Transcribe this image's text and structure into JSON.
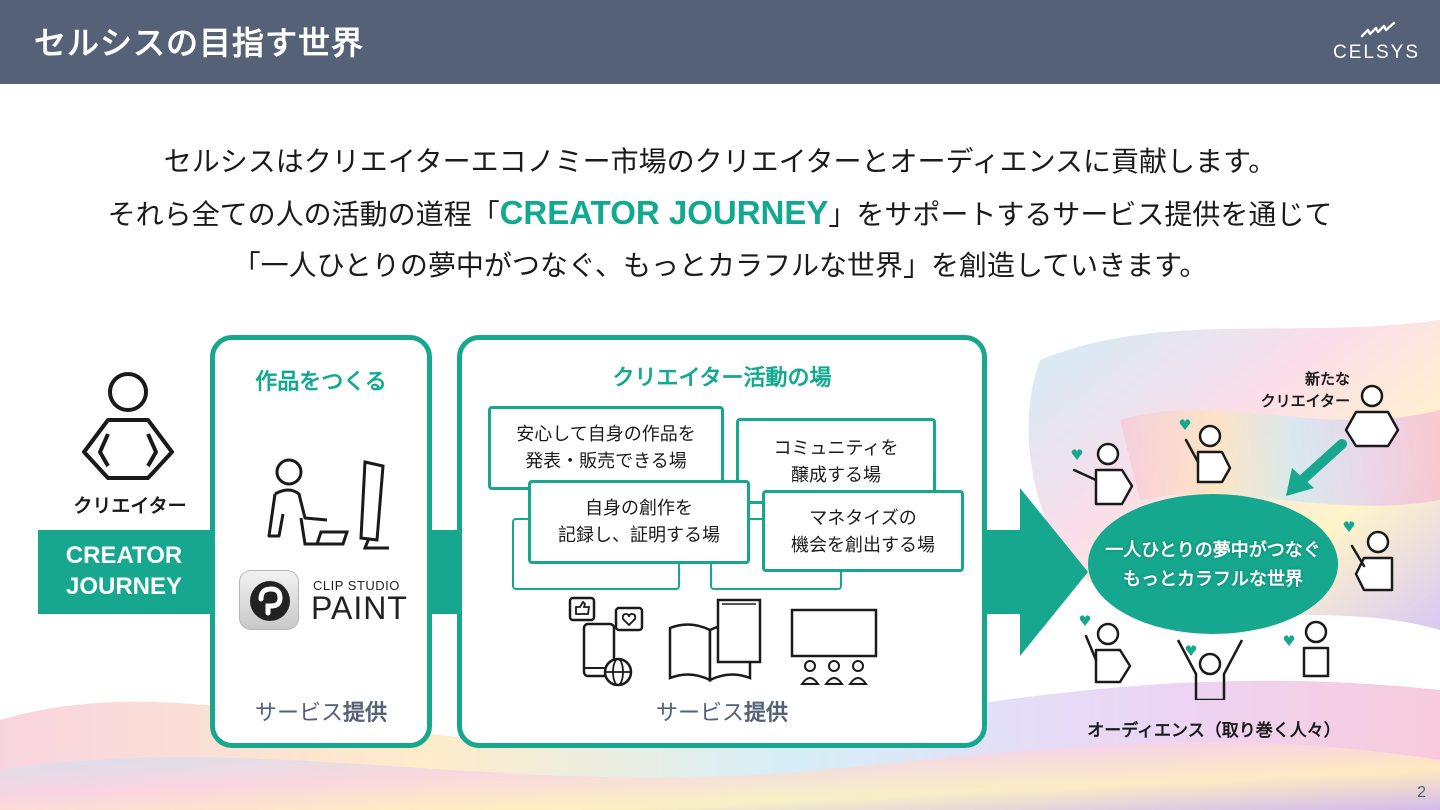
{
  "header": {
    "title": "セルシスの目指す世界",
    "logo_text": "CELSYS"
  },
  "intro": {
    "line1": "セルシスはクリエイターエコノミー市場のクリエイターとオーディエンスに貢献します。",
    "line2_before": "それら全ての人の活動の道程「",
    "line2_highlight": "CREATOR JOURNEY",
    "line2_after": "」をサポートするサービス提供を通じて",
    "line3": "「一人ひとりの夢中がつなぐ、もっとカラフルな世界」を創造していきます。"
  },
  "journey": {
    "line1": "CREATOR",
    "line2": "JOURNEY"
  },
  "creator": {
    "label": "クリエイター",
    "icon": "creator-person-icon"
  },
  "panel_make": {
    "title": "作品をつくる",
    "app_small": "CLIP STUDIO",
    "app_big": "PAINT",
    "foot_normal": "サービス",
    "foot_bold": "提供"
  },
  "panel_places": {
    "title": "クリエイター活動の場",
    "places": [
      {
        "line1": "安心して自身の作品を",
        "line2": "発表・販売できる場"
      },
      {
        "line1": "コミュニティを",
        "line2": "醸成する場"
      },
      {
        "line1": "自身の創作を",
        "line2": "記録し、証明する場"
      },
      {
        "line1": "マネタイズの",
        "line2": "機会を創出する場"
      }
    ],
    "foot_normal": "サービス",
    "foot_bold": "提供"
  },
  "world": {
    "line1": "一人ひとりの夢中がつなぐ",
    "line2": "もっとカラフルな世界",
    "new_creator_line1": "新たな",
    "new_creator_line2": "クリエイター",
    "audience": "オーディエンス（取り巻く人々）"
  },
  "page_number": "2",
  "colors": {
    "header": "#556176",
    "accent": "#17a78f",
    "accent_text": "#13a991"
  }
}
